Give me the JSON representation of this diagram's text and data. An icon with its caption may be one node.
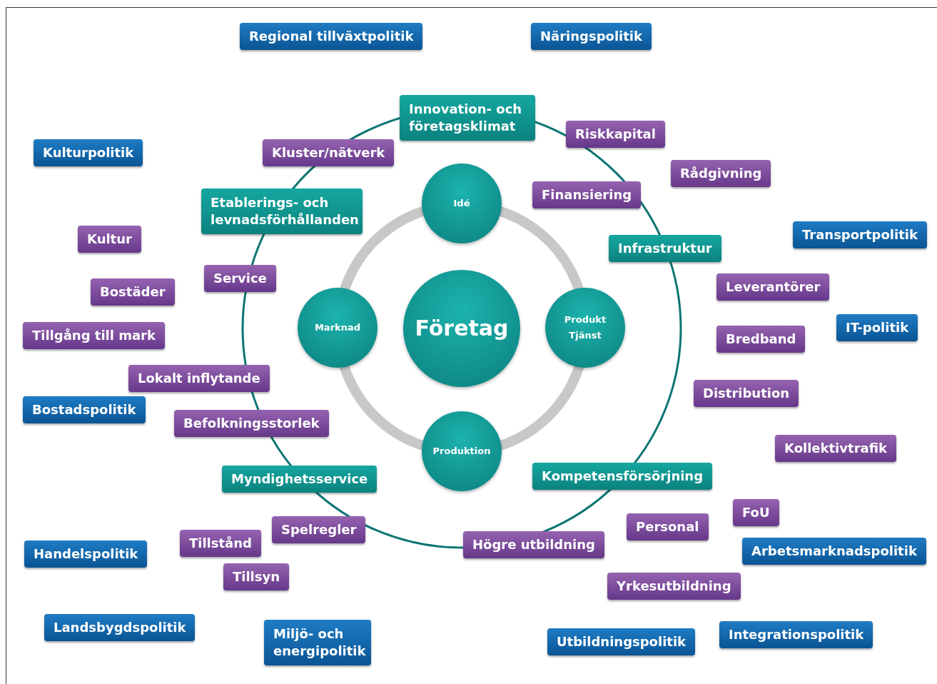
{
  "diagram": {
    "nodes": [
      {
        "text": [
          "Regional tillväxtpolitik"
        ]
      },
      {
        "text": [
          "Näringspolitik"
        ]
      },
      {
        "text": [
          "Innovation- och företagsklimat"
        ]
      },
      {
        "text": [
          "Riskkapital"
        ]
      },
      {
        "text": [
          "Kulturpolitik"
        ]
      },
      {
        "text": [
          "Kluster/nätverk"
        ]
      },
      {
        "text": [
          "Rådgivning"
        ]
      },
      {
        "text": [
          "Idé"
        ]
      },
      {
        "text": [
          "Finansiering"
        ]
      },
      {
        "text": [
          "Etablerings- och levnadsförhållanden"
        ]
      },
      {
        "text": [
          "Transportpolitik"
        ]
      },
      {
        "text": [
          "Kultur"
        ]
      },
      {
        "text": [
          "Infrastruktur"
        ]
      },
      {
        "text": [
          "Service"
        ]
      },
      {
        "text": [
          "Bostäder"
        ]
      },
      {
        "text": [
          "Leverantörer"
        ]
      },
      {
        "text": [
          "Marknad"
        ]
      },
      {
        "text": [
          "Företag"
        ]
      },
      {
        "text": [
          "Produkt",
          "Tjänst"
        ]
      },
      {
        "text": [
          "IT-politik"
        ]
      },
      {
        "text": [
          "Tillgång till mark"
        ]
      },
      {
        "text": [
          "Bredband"
        ]
      },
      {
        "text": [
          "Lokalt inflytande"
        ]
      },
      {
        "text": [
          "Distribution"
        ]
      },
      {
        "text": [
          "Bostadspolitik"
        ]
      },
      {
        "text": [
          "Befolkningsstorlek"
        ]
      },
      {
        "text": [
          "Kollektivtrafik"
        ]
      },
      {
        "text": [
          "Produktion"
        ]
      },
      {
        "text": [
          "Kompetensförsörjning"
        ]
      },
      {
        "text": [
          "Myndighetsservice"
        ]
      },
      {
        "text": [
          "FoU"
        ]
      },
      {
        "text": [
          "Personal"
        ]
      },
      {
        "text": [
          "Spelregler"
        ]
      },
      {
        "text": [
          "Tillstånd"
        ]
      },
      {
        "text": [
          "Högre utbildning"
        ]
      },
      {
        "text": [
          "Arbetsmarknadspolitik"
        ]
      },
      {
        "text": [
          "Handelspolitik"
        ]
      },
      {
        "text": [
          "Tillsyn"
        ]
      },
      {
        "text": [
          "Yrkesutbildning"
        ]
      },
      {
        "text": [
          "Landsbygdspolitik"
        ]
      },
      {
        "text": [
          "Miljö- och energipolitik"
        ]
      },
      {
        "text": [
          "Integrationspolitik"
        ]
      },
      {
        "text": [
          "Utbildningspolitik"
        ]
      }
    ],
    "edges": []
  }
}
